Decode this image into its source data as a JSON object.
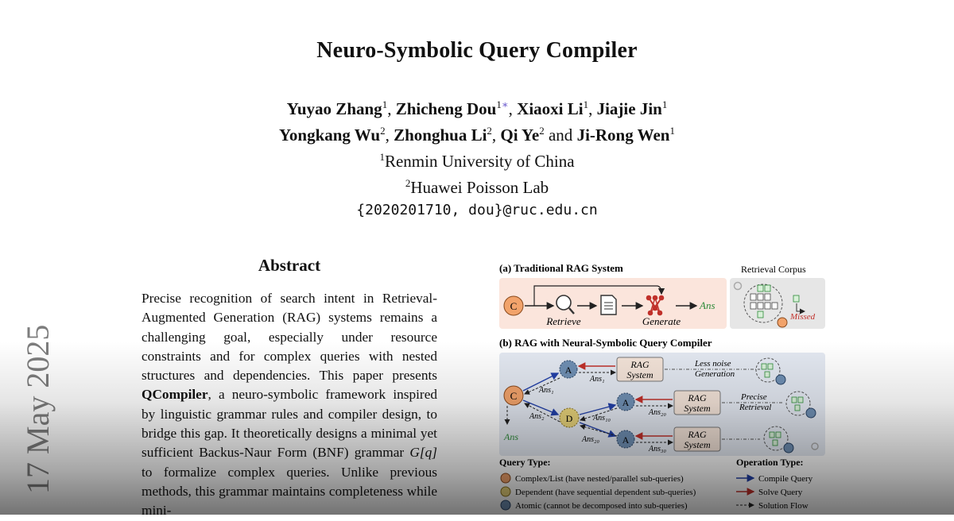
{
  "paper": {
    "title": "Neuro-Symbolic Query Compiler",
    "authors": [
      {
        "name": "Yuyao Zhang",
        "aff": "1"
      },
      {
        "name": "Zhicheng Dou",
        "aff": "1",
        "mark": "∗"
      },
      {
        "name": "Xiaoxi Li",
        "aff": "1"
      },
      {
        "name": "Jiajie Jin",
        "aff": "1"
      },
      {
        "name": "Yongkang Wu",
        "aff": "2"
      },
      {
        "name": "Zhonghua Li",
        "aff": "2"
      },
      {
        "name": "Qi Ye",
        "aff": "2"
      },
      {
        "name": "Ji-Rong Wen",
        "aff": "1"
      }
    ],
    "and_word": "and",
    "affiliations": [
      {
        "num": "1",
        "name": "Renmin University of China"
      },
      {
        "num": "2",
        "name": "Huawei Poisson Lab"
      }
    ],
    "email": "{2020201710, dou}@ruc.edu.cn"
  },
  "arxiv_date": "17 May 2025",
  "abstract": {
    "heading": "Abstract",
    "pre": "Precise recognition of search intent in Retrieval-Augmented Generation (RAG) systems remains a challenging goal, especially under resource constraints and for complex queries with nested structures and dependencies. This paper presents ",
    "bold": "QCompiler",
    "mid": ", a neuro-symbolic framework inspired by linguistic grammar rules and compiler design, to bridge this gap. It theoretically designs a minimal yet sufficient Backus-Naur Form (BNF) grammar ",
    "math": "G[q]",
    "post": " to formalize complex queries. Unlike previous methods, this grammar maintains completeness while mini-"
  },
  "figure": {
    "panel_a_title": "(a) Traditional RAG System",
    "corpus_title": "Retrieval Corpus",
    "retrieve_label": "Retrieve",
    "generate_label": "Generate",
    "ans_label": "Ans",
    "missed_label": "Missed",
    "panel_b_title": "(b) RAG with Neural-Symbolic Query Compiler",
    "rag_system_l1": "RAG",
    "rag_system_l2": "System",
    "less_noise_l1": "Less noise",
    "less_noise_l2": "Generation",
    "precise_l1": "Precise",
    "precise_l2": "Retrieval",
    "node_c": "C",
    "node_a": "A",
    "node_d": "D",
    "ans1": "Ans₁",
    "ans2": "Ans₂",
    "ans_n1": "Ans₁₀",
    "ans_n2": "Ans₂₀",
    "ans_n3": "Ans₃₀",
    "query_type_title": "Query Type:",
    "op_type_title": "Operation Type:",
    "qt_complex": "Complex/List (have nested/parallel sub-queries)",
    "qt_dependent": "Dependent (have sequential dependent sub-queries)",
    "qt_atomic": "Atomic (cannot be decomposed into sub-queries)",
    "op_compile": "Compile Query",
    "op_solve": "Solve Query",
    "op_flow": "Solution Flow",
    "colors": {
      "complex": "#f2a36b",
      "dependent": "#e8d37a",
      "atomic": "#6f8fb3",
      "panel_a_bg": "#fbe5dc",
      "panel_b_bg": "#e3e8f1",
      "corpus_bg": "#e6e6e6",
      "green": "#2e8b3a",
      "red": "#c0302a",
      "blue": "#2240a8"
    }
  }
}
